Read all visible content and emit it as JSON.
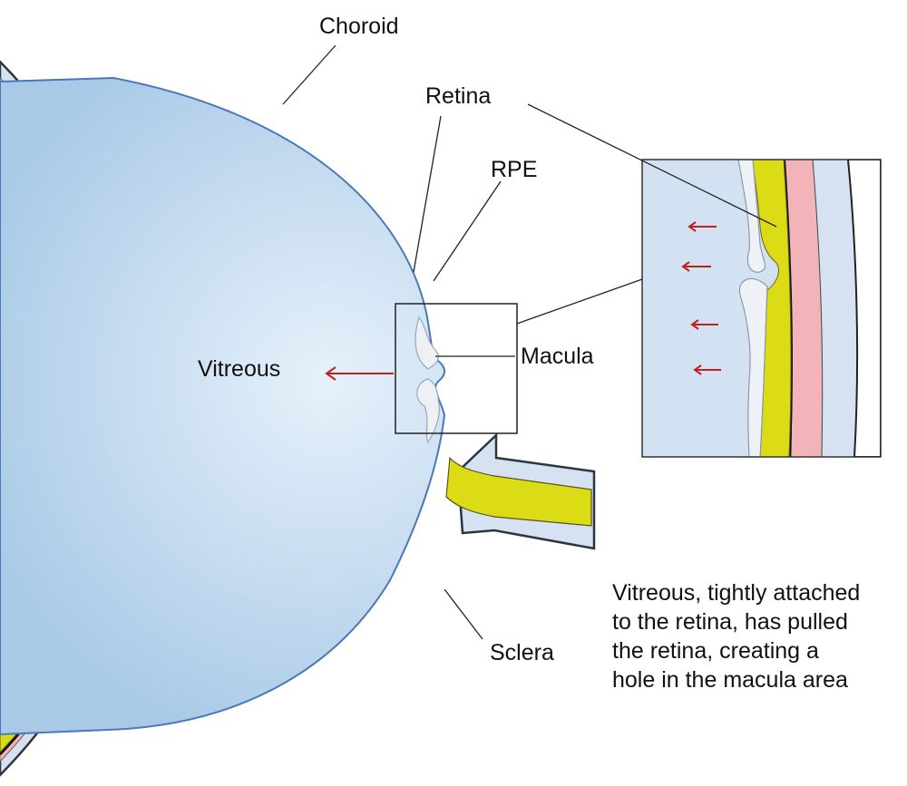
{
  "labels": {
    "choroid": "Choroid",
    "retina": "Retina",
    "rpe": "RPE",
    "macula": "Macula",
    "vitreous": "Vitreous",
    "sclera": "Sclera"
  },
  "caption": {
    "lines": [
      "Vitreous, tightly attached",
      "to the retina, has pulled",
      "the retina, creating a",
      "hole in the macula area"
    ]
  },
  "colors": {
    "sclera": "#d6e1f1",
    "choroid": "#f2b4b8",
    "retina": "#dcdc16",
    "vitreous_center": "#e6f1fb",
    "vitreous_edge": "#a9c9e6",
    "vitreous_gel": "#edf1f6",
    "rpe_line": "#111111",
    "arrow": "#c0201f",
    "outline": "#2b3640"
  }
}
